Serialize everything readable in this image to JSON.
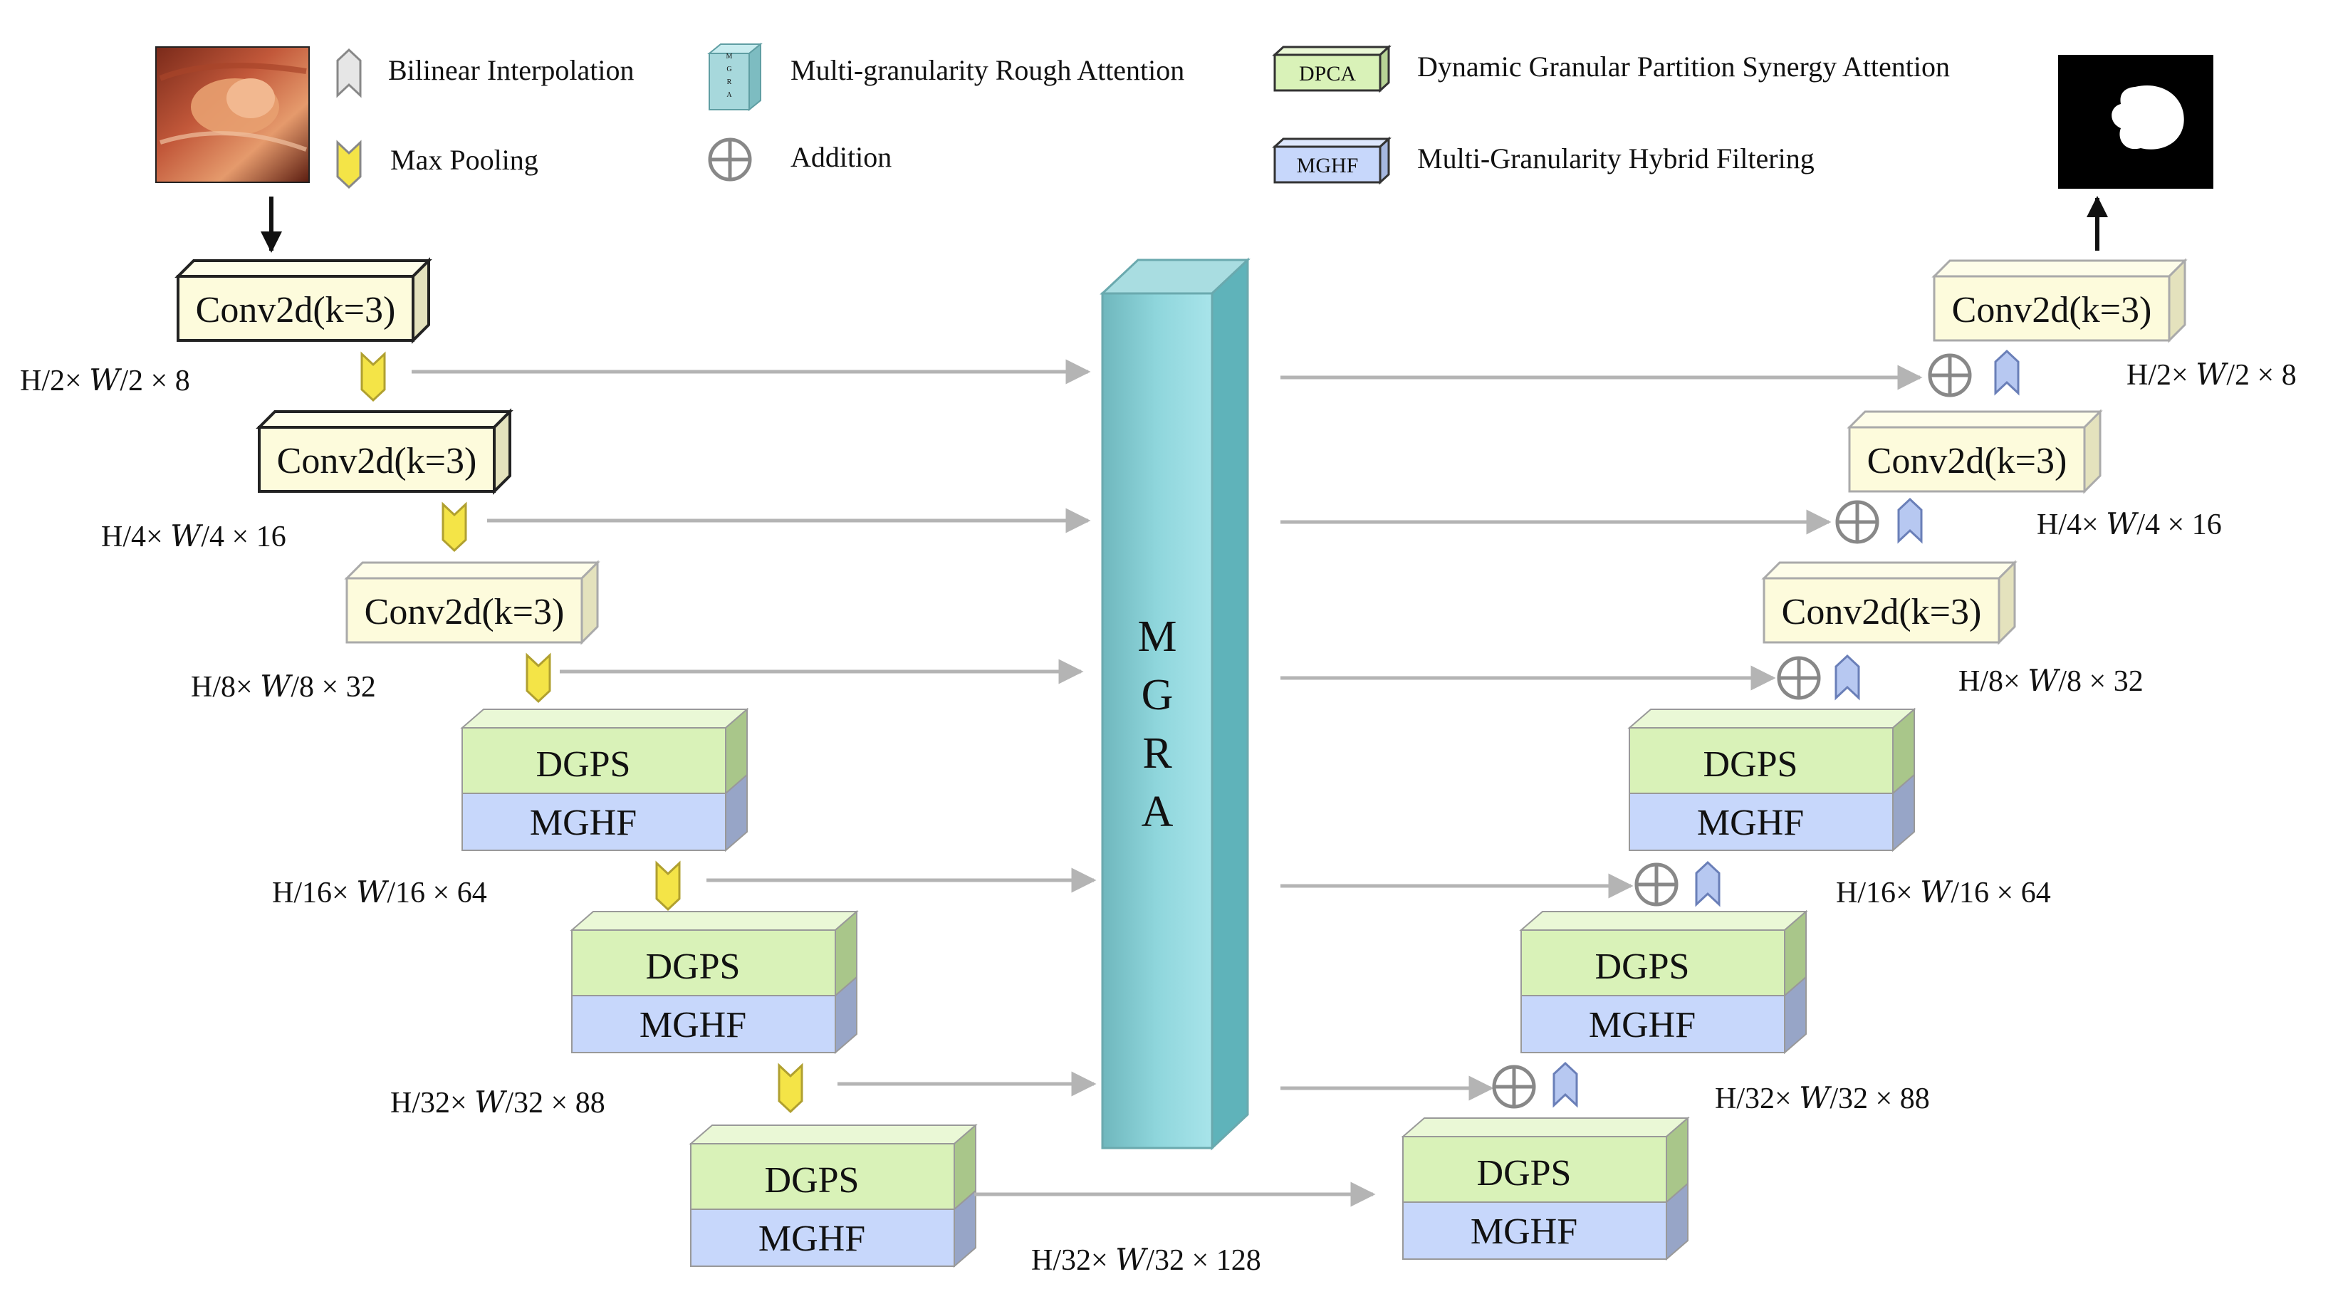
{
  "legend": {
    "bilinear": "Bilinear Interpolation",
    "maxpool": "Max Pooling",
    "mgra": "Multi-granularity Rough Attention",
    "addition": "Addition",
    "dpca": "Dynamic Granular Partition Synergy Attention",
    "mghf": "Multi-Granularity Hybrid Filtering",
    "dpca_tag": "DPCA",
    "mghf_tag": "MGHF",
    "mgra_tag_letters": [
      "M",
      "G",
      "R",
      "A"
    ]
  },
  "blocks": {
    "conv": "Conv2d(k=3)",
    "dgps": "DGPS",
    "mghf": "MGHF"
  },
  "center": {
    "letters": [
      "M",
      "G",
      "R",
      "A"
    ]
  },
  "encoder_dims": [
    "H/2× 𝑊/2 × 8",
    "H/4× 𝑊/4 × 16",
    "H/8× 𝑊/8 × 32",
    "H/16× 𝑊/16 × 64",
    "H/32× 𝑊/32 × 88"
  ],
  "bottleneck_dim": "H/32× 𝑊/32 × 128",
  "decoder_dims": [
    "H/2× 𝑊/2 × 8",
    "H/4× 𝑊/4 × 16",
    "H/8× 𝑊/8 × 32",
    "H/16× 𝑊/16 × 64",
    "H/32× 𝑊/32 × 88"
  ],
  "colors": {
    "conv": "#fdfbdc",
    "dgps": "#d9f2b8",
    "mghf": "#c7d7fb",
    "mgra_front": "#86cdd3",
    "mgra_side": "#5fb3ba",
    "arrow": "#b4b4b4",
    "maxpool": "#f4e447",
    "bilinear": "#b7c8f1"
  }
}
